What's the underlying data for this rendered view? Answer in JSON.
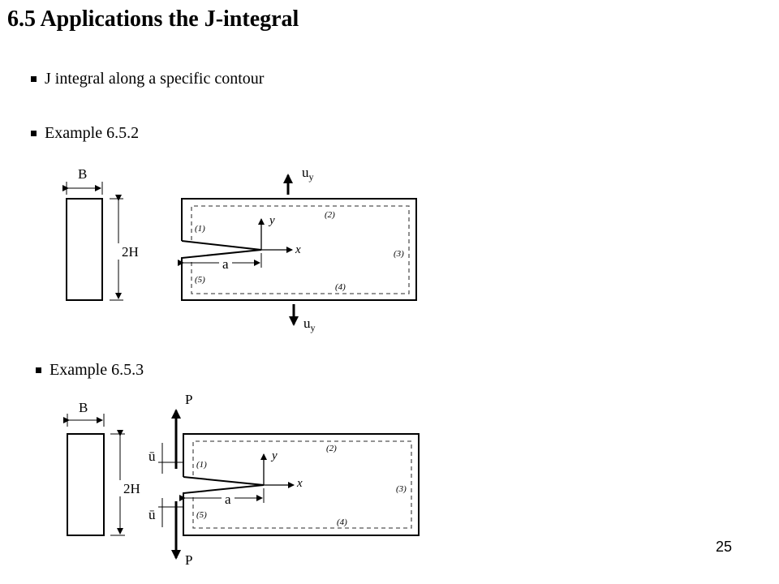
{
  "slide": {
    "title": "6.5 Applications the J-integral",
    "page_number": "25"
  },
  "bullets": {
    "contour": "J integral along a specific contour",
    "example1": "Example 6.5.2",
    "example2": "Example 6.5.3"
  },
  "figure1": {
    "width_label": "B",
    "height_label": "2H",
    "top_load": "u",
    "top_load_sub": "y",
    "bottom_load": "u",
    "bottom_load_sub": "y",
    "crack_label": "a",
    "x_axis": "x",
    "y_axis": "y",
    "seg1": "(1)",
    "seg2": "(2)",
    "seg3": "(3)",
    "seg4": "(4)",
    "seg5": "(5)"
  },
  "figure2": {
    "width_label": "B",
    "height_label": "2H",
    "top_force": "P",
    "bottom_force": "P",
    "top_disp": "ū",
    "bottom_disp": "ū",
    "crack_label": "a",
    "x_axis": "x",
    "y_axis": "y",
    "seg1": "(1)",
    "seg2": "(2)",
    "seg3": "(3)",
    "seg4": "(4)",
    "seg5": "(5)"
  }
}
